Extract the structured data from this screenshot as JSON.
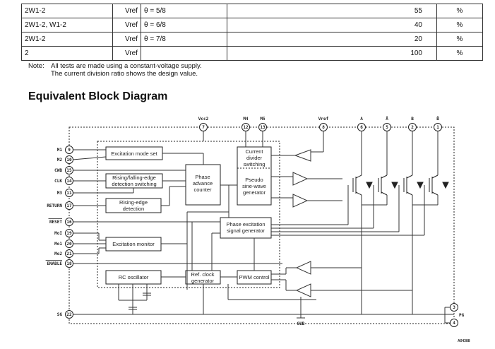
{
  "table": {
    "rows": [
      {
        "mode": "2W1-2",
        "ref": "Vref",
        "condition": "θ = 5/8",
        "value": "55",
        "unit": "%"
      },
      {
        "mode": "2W1-2, W1-2",
        "ref": "Vref",
        "condition": "θ = 6/8",
        "value": "40",
        "unit": "%"
      },
      {
        "mode": "2W1-2",
        "ref": "Vref",
        "condition": "θ = 7/8",
        "value": "20",
        "unit": "%"
      },
      {
        "mode": "2",
        "ref": "Vref",
        "condition": "",
        "value": "100",
        "unit": "%"
      }
    ]
  },
  "note": {
    "label": "Note:",
    "line1": "All tests are made using a constant-voltage supply.",
    "line2": "The current division ratio shows the design value."
  },
  "heading": "Equivalent Block Diagram",
  "diagram": {
    "left_pins": [
      {
        "label": "M1",
        "num": "9"
      },
      {
        "label": "M2",
        "num": "10"
      },
      {
        "label": "CWB",
        "num": "15"
      },
      {
        "label": "CLK",
        "num": "14"
      },
      {
        "label": "M3",
        "num": "11"
      },
      {
        "label": "RETURN",
        "num": "17"
      },
      {
        "label": "RESET",
        "num": "16"
      },
      {
        "label": "MoI",
        "num": "19"
      },
      {
        "label": "Mo1",
        "num": "20"
      },
      {
        "label": "Mo2",
        "num": "21"
      },
      {
        "label": "ENABLE",
        "num": "18"
      },
      {
        "label": "SG",
        "num": "22"
      }
    ],
    "top_pins": [
      {
        "label": "Vcc2",
        "num": "7"
      },
      {
        "label": "M4",
        "num": "12"
      },
      {
        "label": "M5",
        "num": "13"
      },
      {
        "label": "Vref",
        "num": "8"
      },
      {
        "label": "A",
        "num": "6"
      },
      {
        "label": "Ā",
        "num": "5"
      },
      {
        "label": "B",
        "num": "2"
      },
      {
        "label": "B̄",
        "num": "1"
      }
    ],
    "right_pins": [
      {
        "num": "3"
      },
      {
        "num": "4"
      }
    ],
    "right_label": "PG",
    "sub_label": "SUB",
    "figure_code": "A04388",
    "blocks": {
      "excitation_mode_set": "Excitation mode set",
      "rising_falling_1": "Rising/falling-edge",
      "rising_falling_2": "detection switching",
      "rising_edge_1": "Rising-edge",
      "rising_edge_2": "detection",
      "phase_advance_1": "Phase",
      "phase_advance_2": "advance",
      "phase_advance_3": "counter",
      "current_divider_1": "Current",
      "current_divider_2": "divider",
      "current_divider_3": "switching",
      "pseudo_sine_1": "Pseudo",
      "pseudo_sine_2": "sine-wave",
      "pseudo_sine_3": "generator",
      "phase_excitation_1": "Phase excitation",
      "phase_excitation_2": "signal generator",
      "excitation_monitor": "Excitation monitor",
      "rc_oscillator": "RC oscillator",
      "ref_clock_1": "Ref. clock",
      "ref_clock_2": "generator",
      "pwm_control": "PWM control"
    }
  }
}
